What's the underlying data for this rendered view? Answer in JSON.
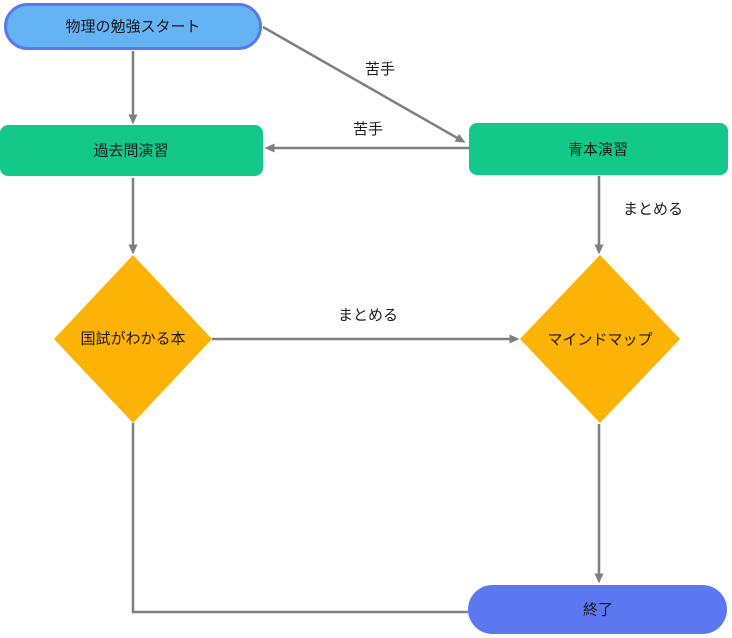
{
  "diagram": {
    "nodes": {
      "start": {
        "label": "物理の勉強スタート",
        "fill": "#63B3F5",
        "border": "#5A78EB"
      },
      "kakomon": {
        "label": "過去問演習",
        "fill": "#12C98A"
      },
      "aohon": {
        "label": "青本演習",
        "fill": "#12C98A"
      },
      "kokushi": {
        "label": "国試がわかる本",
        "fill": "#FCB305"
      },
      "mindmap": {
        "label": "マインドマップ",
        "fill": "#FCB305"
      },
      "end": {
        "label": "終了",
        "fill": "#5B78F0"
      }
    },
    "edge_labels": {
      "nigate_top": "苦手",
      "nigate_mid": "苦手",
      "matomeru_right": "まとめる",
      "matomeru_mid": "まとめる"
    },
    "colors": {
      "edge": "#7F7F7F"
    }
  }
}
